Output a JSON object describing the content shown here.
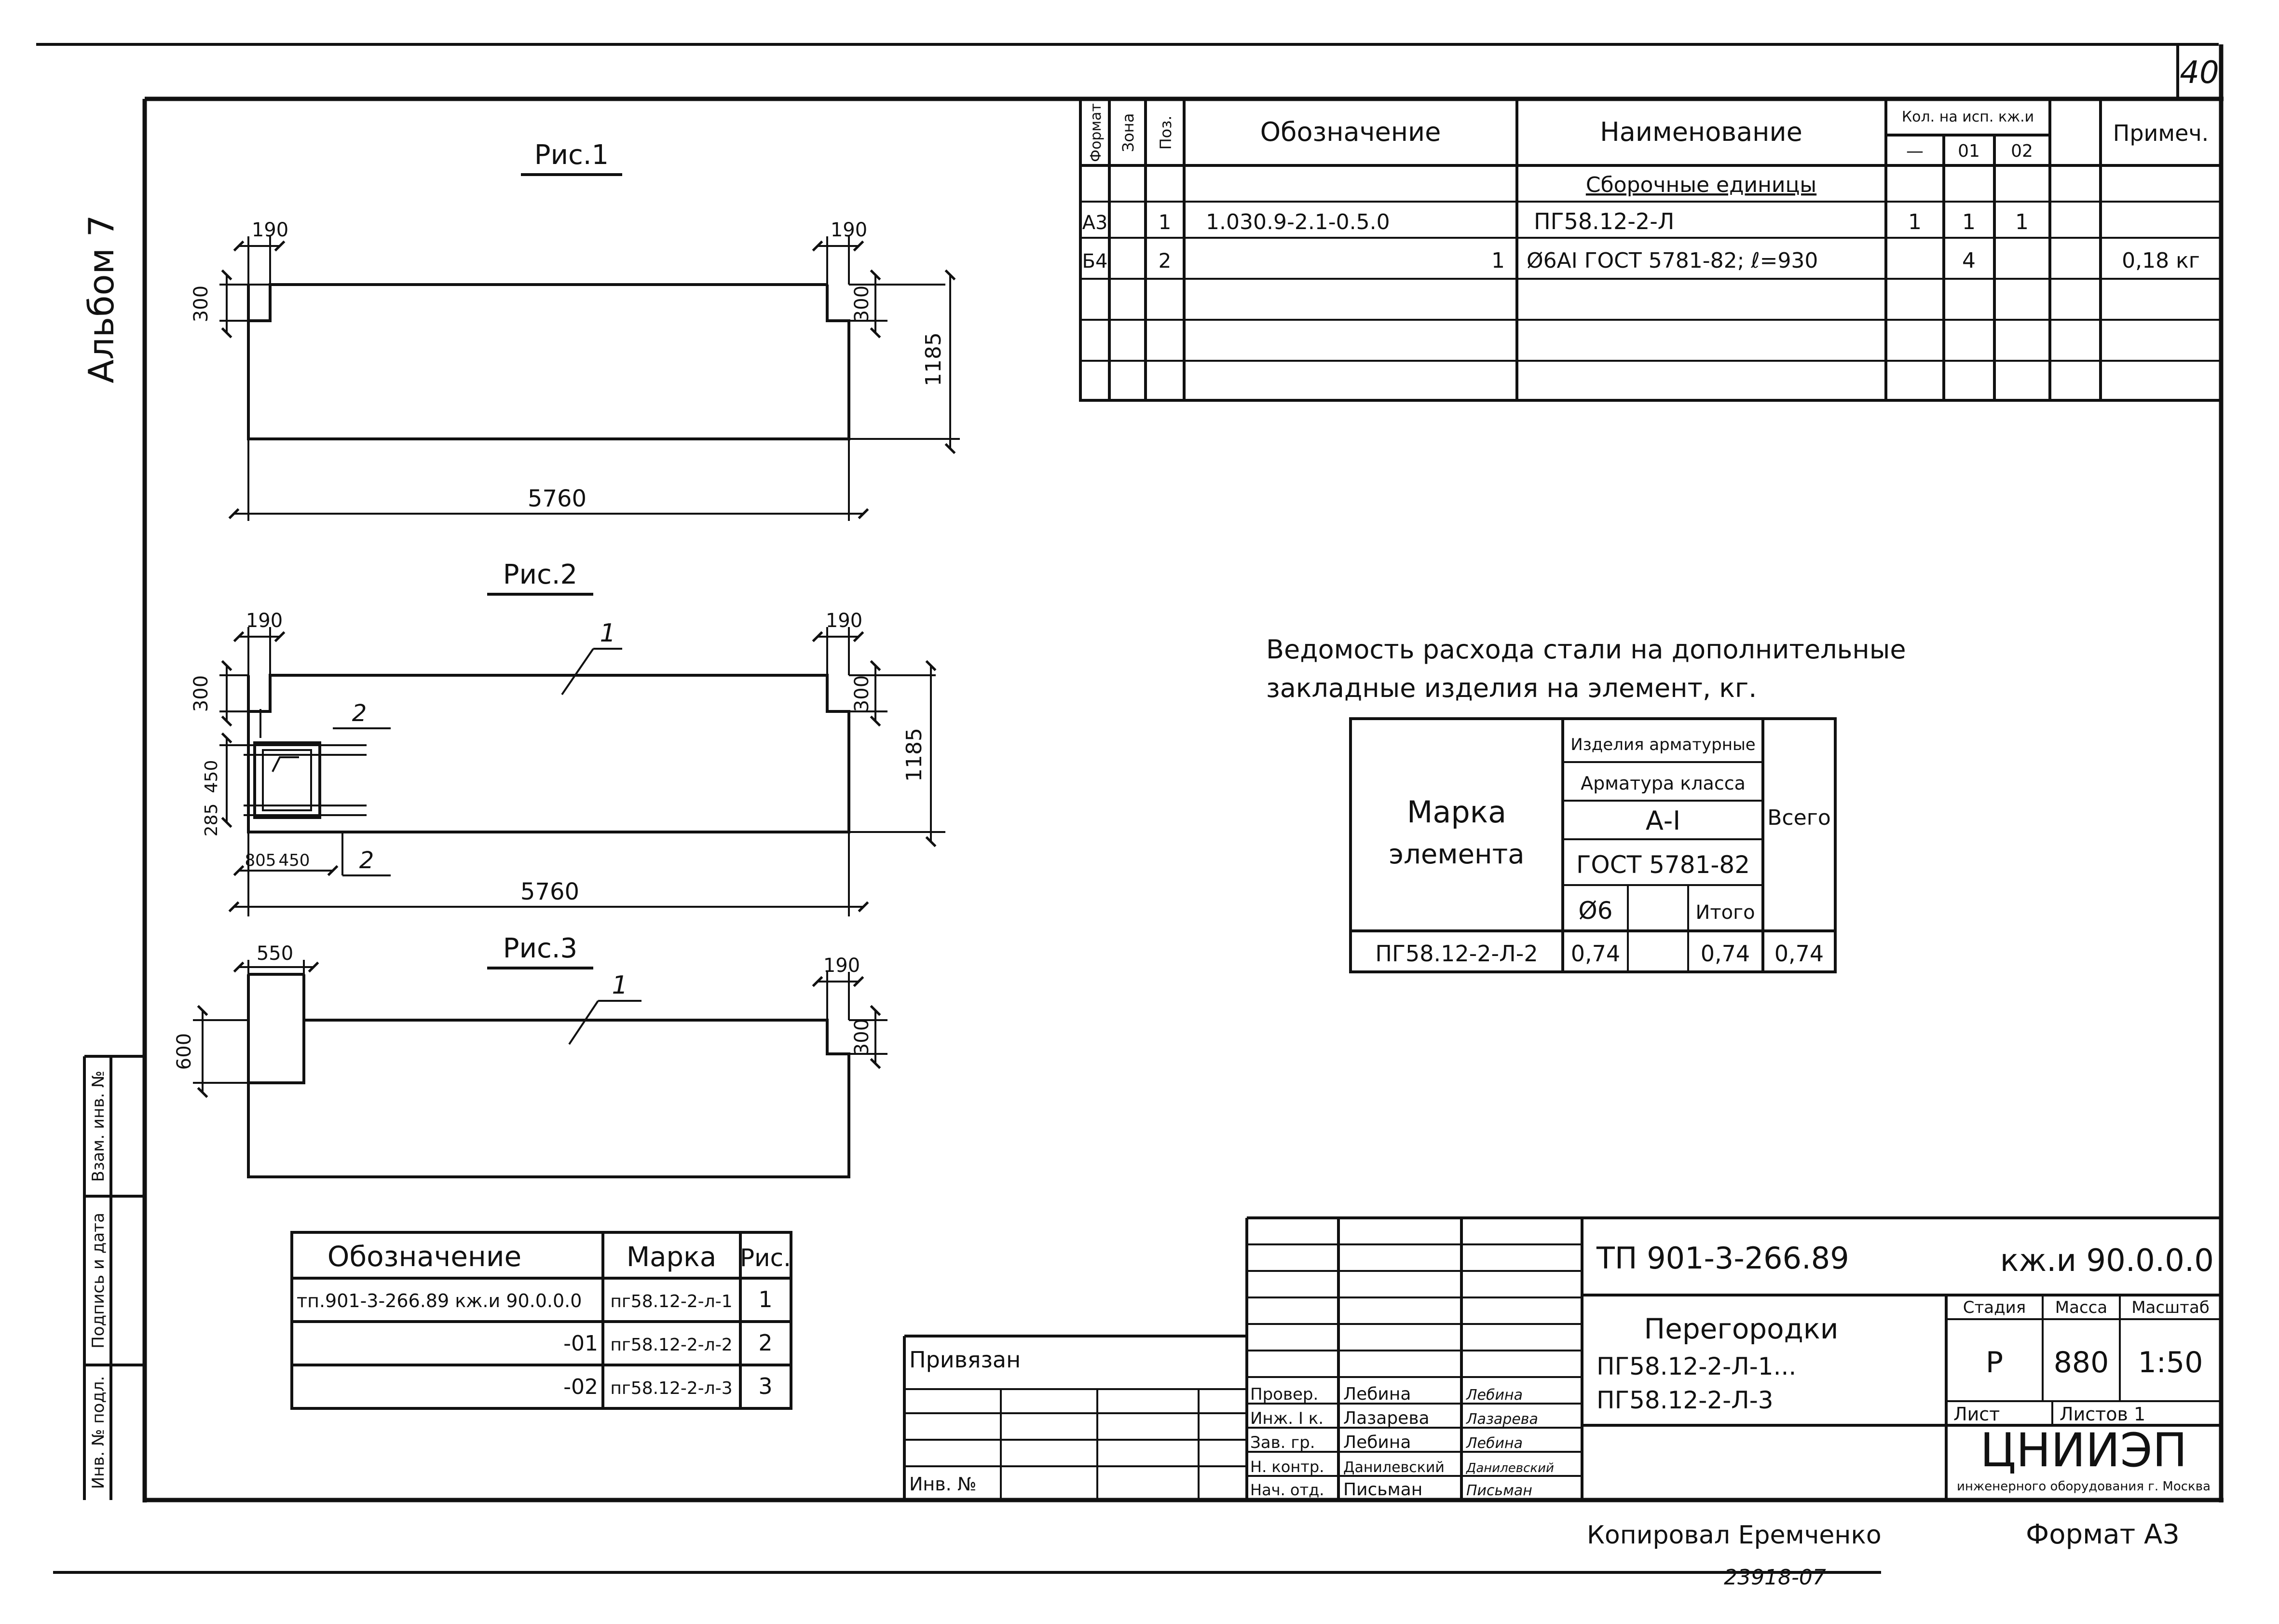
{
  "sheet": {
    "number": "40",
    "album": "Альбом 7",
    "copied_by": "Копировал Еремченко",
    "inventory_stamp": "23918-07",
    "format": "Формат А3"
  },
  "figures": [
    {
      "title": "Рис.1",
      "dims": {
        "notch_left": "190",
        "notch_right": "190",
        "left_h": "300",
        "right_h": "300",
        "height": "1185",
        "length": "5760"
      }
    },
    {
      "title": "Рис.2",
      "callouts": [
        "1",
        "2",
        "2"
      ],
      "dims": {
        "notch_left": "190",
        "notch_right": "190",
        "left_h": "300",
        "right_h": "300",
        "height": "1185",
        "length": "5760",
        "v_450": "450",
        "v_285": "285",
        "h_805": "805",
        "h_450": "450"
      }
    },
    {
      "title": "Рис.3",
      "callouts": [
        "1"
      ],
      "dims": {
        "notch_left": "550",
        "notch_right": "190",
        "left_h": "600",
        "right_h": "300"
      }
    }
  ],
  "spec_table": {
    "headers": {
      "format": "Формат",
      "zone": "Зона",
      "pos": "Поз.",
      "designation": "Обозначение",
      "name": "Наименование",
      "qty": "Кол. на исп. кж.и",
      "qty_cols": [
        "—",
        "01",
        "02"
      ],
      "note": "Примеч."
    },
    "section": "Сборочные единицы",
    "rows": [
      {
        "format": "А3",
        "zone": "",
        "pos": "1",
        "designation": "1.030.9-2.1-0.5.0",
        "name": "ПГ58.12-2-Л",
        "q0": "1",
        "q1": "1",
        "q2": "1",
        "note": ""
      },
      {
        "format": "Б4",
        "zone": "",
        "pos": "2",
        "designation": "1",
        "name": "Ø6АⅠ ГОСТ 5781-82; ℓ=930",
        "q0": "",
        "q1": "4",
        "q2": "",
        "note": "0,18 кг"
      }
    ]
  },
  "steel_table": {
    "title_line1": "Ведомость расхода стали на дополнительные",
    "title_line2": "закладные изделия на элемент, кг.",
    "mark_header_1": "Марка",
    "mark_header_2": "элемента",
    "group": "Изделия арматурные",
    "class_label": "Арматура класса",
    "class": "А-Ⅰ",
    "gost": "ГОСТ 5781-82",
    "col_d6": "Ø6",
    "col_total": "Итого",
    "all": "Всего",
    "row": {
      "mark": "ПГ58.12-2-Л-2",
      "d6": "0,74",
      "blank": "",
      "total": "0,74",
      "all": "0,74"
    }
  },
  "marks_table": {
    "headers": [
      "Обозначение",
      "Марка",
      "Рис."
    ],
    "rows": [
      [
        "тп.901-3-266.89 кж.и 90.0.0.0",
        "пг58.12-2-л-1",
        "1"
      ],
      [
        "-01",
        "пг58.12-2-л-2",
        "2"
      ],
      [
        "-02",
        "пг58.12-2-л-3",
        "3"
      ]
    ]
  },
  "left_strip": {
    "labels": [
      "Инв. № подл.",
      "Подпись и дата",
      "Взам. инв. №"
    ]
  },
  "privyazan": {
    "label": "Привязан",
    "inv": "Инв. №"
  },
  "title_block": {
    "project": "ТП 901-3-266.89",
    "code": "кж.и 90.0.0.0",
    "title_1": "Перегородки",
    "title_2": "ПГ58.12-2-Л-1...",
    "title_3": "ПГ58.12-2-Л-3",
    "stage_h": "Стадия",
    "mass_h": "Масса",
    "scale_h": "Масштаб",
    "stage": "Р",
    "mass": "880",
    "scale": "1:50",
    "sheet_h": "Лист",
    "sheets_h": "Листов 1",
    "org": "ЦНИИЭП",
    "org_sub": "инженерного оборудования г. Москва",
    "roles": [
      {
        "role": "Провер.",
        "name": "Лебина",
        "sign": "Лебина"
      },
      {
        "role": "Инж. I к.",
        "name": "Лазарева",
        "sign": "Лазарева"
      },
      {
        "role": "Зав. гр.",
        "name": "Лебина",
        "sign": "Лебина"
      },
      {
        "role": "Н. контр.",
        "name": "Данилевский",
        "sign": "Данилевский"
      },
      {
        "role": "Нач. отд.",
        "name": "Письман",
        "sign": "Письман"
      }
    ]
  }
}
